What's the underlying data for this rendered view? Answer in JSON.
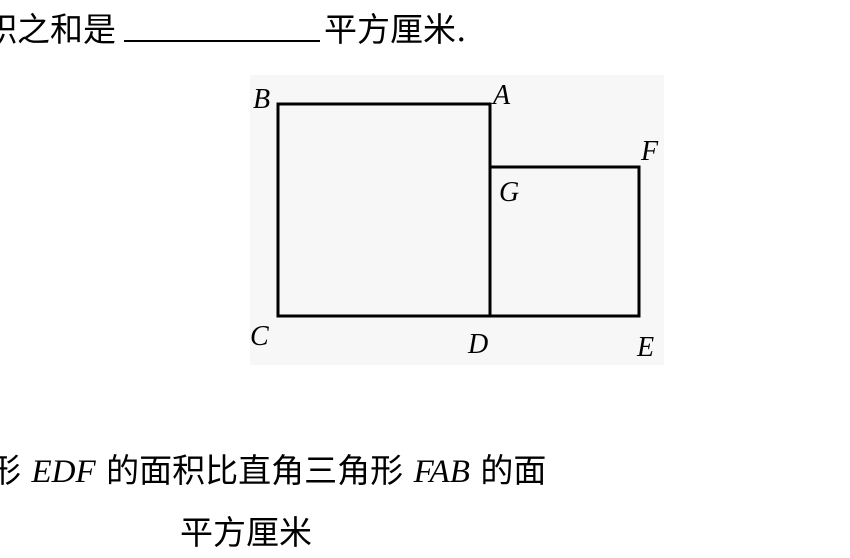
{
  "question": {
    "line1": {
      "before": "积之和是",
      "after": "平方厘米."
    },
    "line2": {
      "t1": "形 ",
      "m1": "EDF",
      "t2": " 的面积比直角三角形 ",
      "m2": "FAB",
      "t3": " 的面"
    },
    "line3": {
      "text": "平方厘米"
    }
  },
  "figure": {
    "labels": {
      "A": "A",
      "B": "B",
      "C": "C",
      "D": "D",
      "E": "E",
      "F": "F",
      "G": "G"
    },
    "shapes": [
      "square ABCD",
      "square GDEF"
    ],
    "stroke_color": "#000000"
  }
}
